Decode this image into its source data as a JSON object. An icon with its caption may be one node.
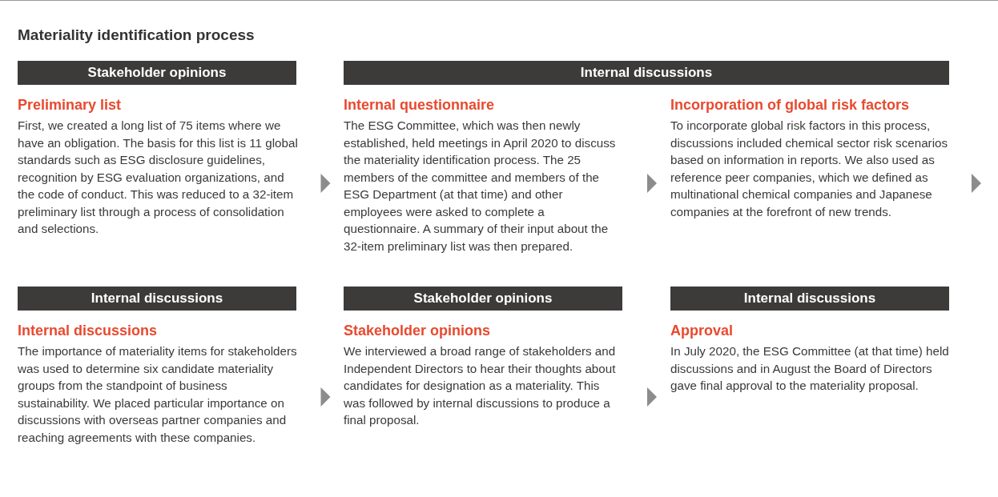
{
  "diagram": {
    "title": "Materiality identification process",
    "nodes": [
      {
        "text": [
          "Stakeholder opinions"
        ]
      },
      {
        "text": [
          "Internal discussions"
        ]
      },
      {
        "text": [
          "Preliminary list",
          "First, we created a long list of 75 items where we have an obligation. The basis for this list is 11 global standards such as ESG disclosure guidelines, recognition by ESG evaluation organizations, and the code of conduct. This was reduced to a 32-item preliminary list through a process of consolidation and selections."
        ]
      },
      {
        "text": [
          "Internal questionnaire",
          "The ESG Committee, which was then newly established, held meetings in April 2020 to discuss the materiality identification process. The 25 members of the committee and members of the ESG Department (at that time) and other employees were asked to complete a questionnaire. A summary of their input about the 32-item preliminary list was then prepared."
        ]
      },
      {
        "text": [
          "Incorporation of global risk factors",
          "To incorporate global risk factors in this process, discussions included chemical sector risk scenarios based on information in reports. We also used as reference peer companies, which we defined as multinational chemical companies and Japanese companies at the forefront of new trends."
        ]
      },
      {
        "text": [
          "Internal discussions"
        ]
      },
      {
        "text": [
          "Stakeholder opinions"
        ]
      },
      {
        "text": [
          "Internal discussions"
        ]
      },
      {
        "text": [
          "Internal discussions",
          "The importance of materiality items for stakeholders was used to determine six candidate materiality groups from the standpoint of business sustainability. We placed particular importance on discussions with overseas partner companies and reaching agreements with these companies."
        ]
      },
      {
        "text": [
          "Stakeholder opinions",
          "We interviewed a broad range of stakeholders and Independent Directors to hear their thoughts about candidates for designation as a materiality. This was followed by internal discussions to produce a final proposal."
        ]
      },
      {
        "text": [
          "Approval",
          "In July 2020, the ESG Committee (at that time) held discussions and in August the Board of Directors gave final approval to the materiality proposal."
        ]
      }
    ],
    "edges": [
      {
        "from": 2,
        "to": 3,
        "arrow": "to"
      },
      {
        "from": 3,
        "to": 4,
        "arrow": "to"
      },
      {
        "from": 4,
        "to": null,
        "arrow": "to"
      },
      {
        "from": 8,
        "to": 9,
        "arrow": "to"
      },
      {
        "from": 9,
        "to": 10,
        "arrow": "to"
      }
    ]
  }
}
